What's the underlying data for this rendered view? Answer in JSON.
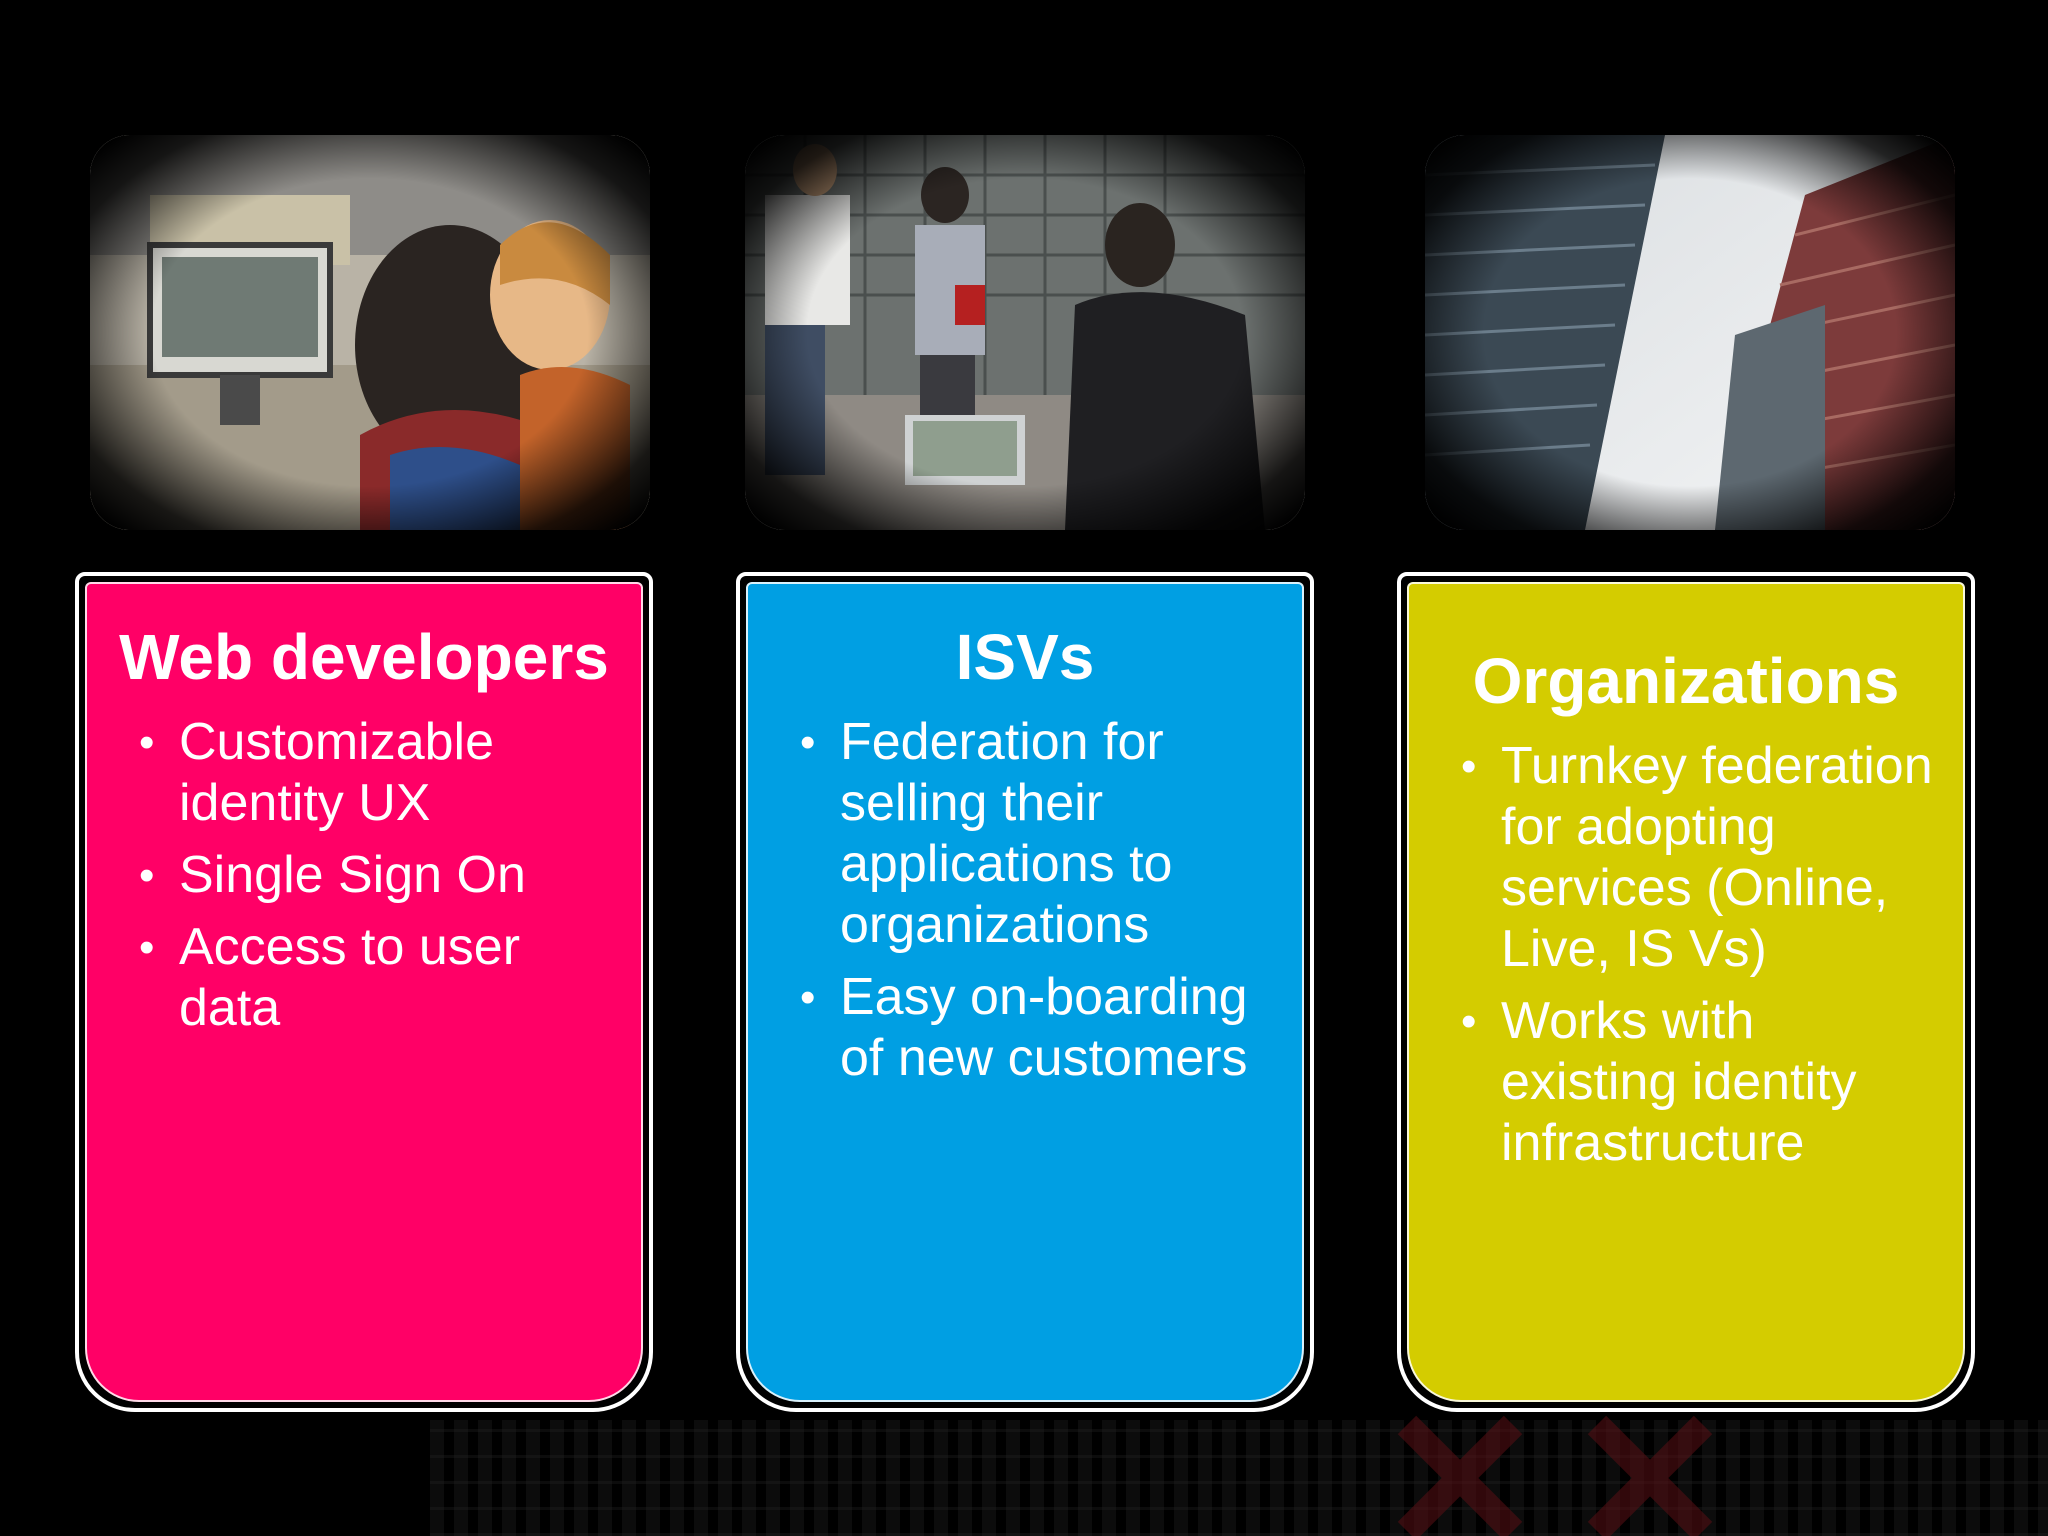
{
  "slide": {
    "cards": [
      {
        "title": "Web developers",
        "color": "#ff0066",
        "bullets": [
          "Customizable identity UX",
          "Single Sign On",
          "Access to user data"
        ]
      },
      {
        "title": "ISVs",
        "color": "#009fe3",
        "bullets": [
          "Federation for selling their applications to organizations",
          "Easy on-boarding of new customers"
        ]
      },
      {
        "title": "Organizations",
        "color": "#d4cc00",
        "bullets": [
          "Turnkey federation for adopting services (Online, Live, IS Vs)",
          "Works with existing identity infrastructure"
        ]
      }
    ]
  }
}
